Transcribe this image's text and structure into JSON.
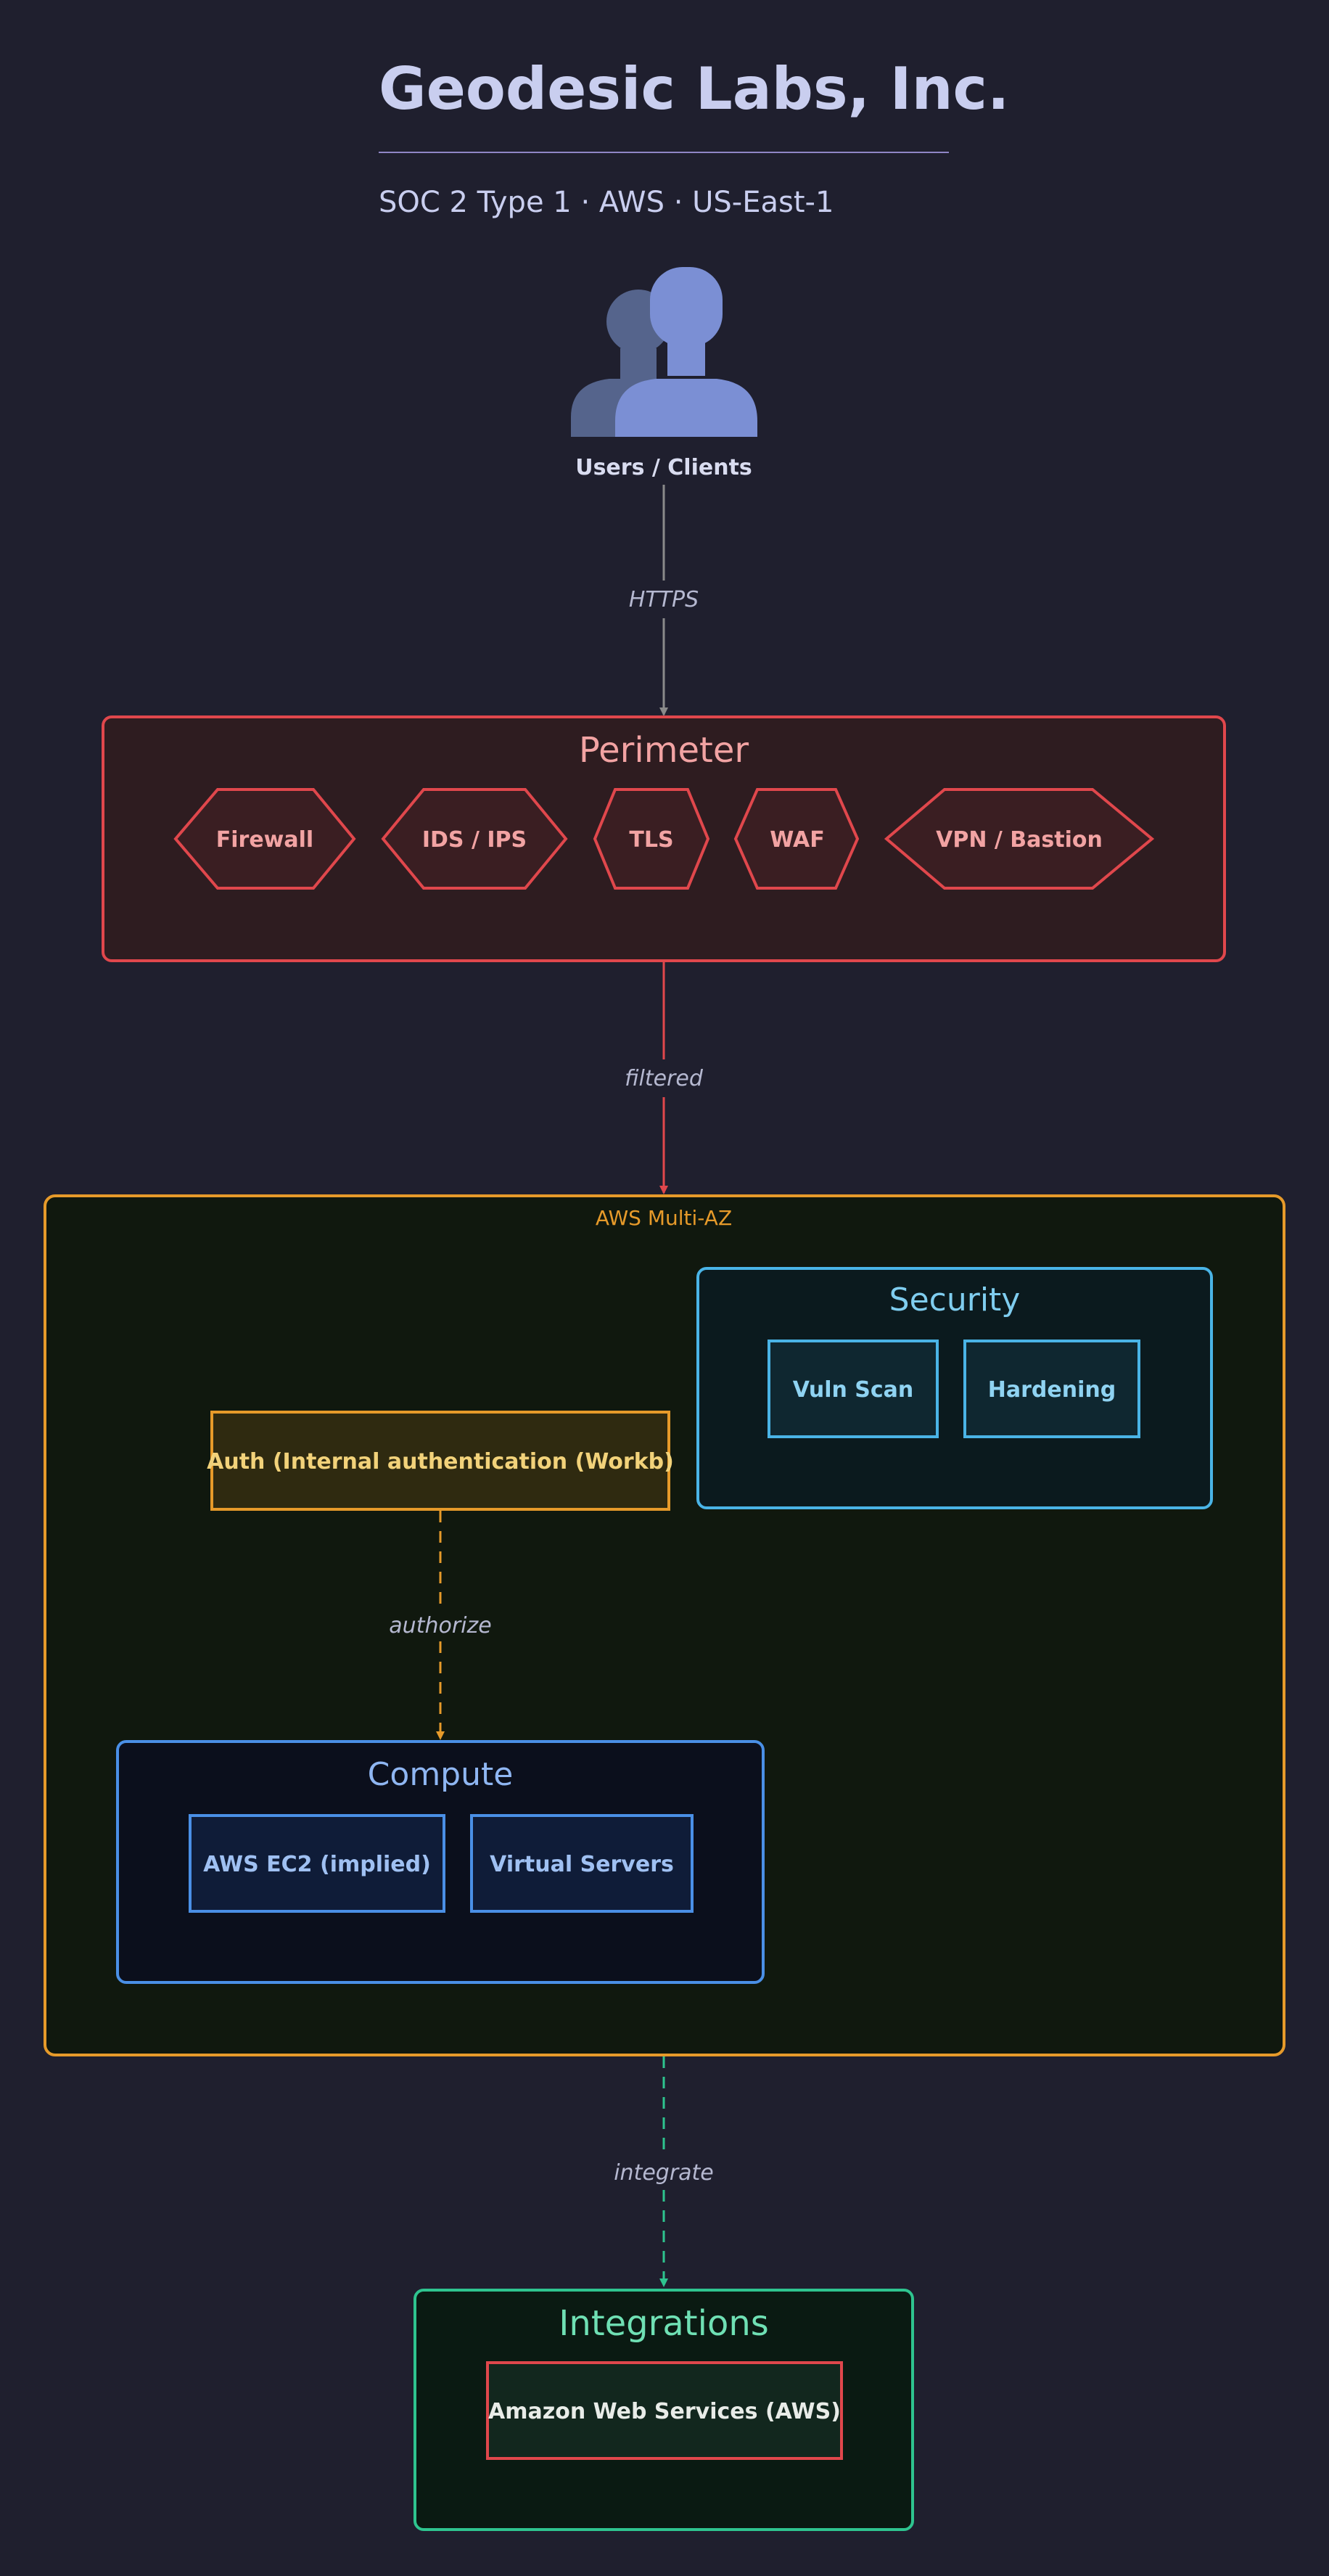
{
  "header": {
    "title": "Geodesic Labs, Inc.",
    "subtitle": "SOC 2 Type 1 · AWS · US-East-1"
  },
  "users": {
    "label": "Users / Clients",
    "icon": "users-icon"
  },
  "edges": {
    "https": "HTTPS",
    "filtered": "filtered",
    "authorize": "authorize",
    "integrate": "integrate"
  },
  "perimeter": {
    "title": "Perimeter",
    "items": [
      "Firewall",
      "IDS / IPS",
      "TLS",
      "WAF",
      "VPN / Bastion"
    ]
  },
  "aws": {
    "label": "AWS Multi-AZ",
    "security": {
      "title": "Security",
      "items": [
        "Vuln Scan",
        "Hardening"
      ]
    },
    "auth": {
      "label": "Auth (Internal authentication (Workb)"
    },
    "compute": {
      "title": "Compute",
      "items": [
        "AWS EC2 (implied)",
        "Virtual Servers"
      ]
    }
  },
  "integrations": {
    "title": "Integrations",
    "items": [
      "Amazon Web Services (AWS)"
    ]
  },
  "colors": {
    "background": "#1f1f2e",
    "title": "#c9ceef",
    "perimeter": "#e0474c",
    "aws": "#e69a2a",
    "security": "#4ab4e6",
    "auth": "#e6b84a",
    "compute": "#4a8fe6",
    "integrations": "#2ec48f",
    "edge_label": "#b5b8d0"
  }
}
